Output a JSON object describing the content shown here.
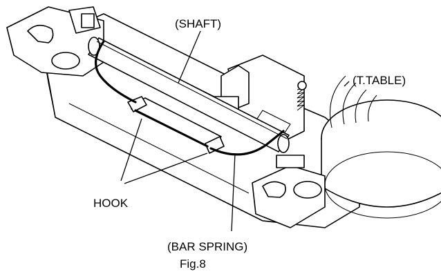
{
  "labels": {
    "shaft": "(SHAFT)",
    "turntable": "(T.TABLE)",
    "hook": "HOOK",
    "bar_spring": "(BAR SPRING)",
    "caption": "Fig.8"
  }
}
